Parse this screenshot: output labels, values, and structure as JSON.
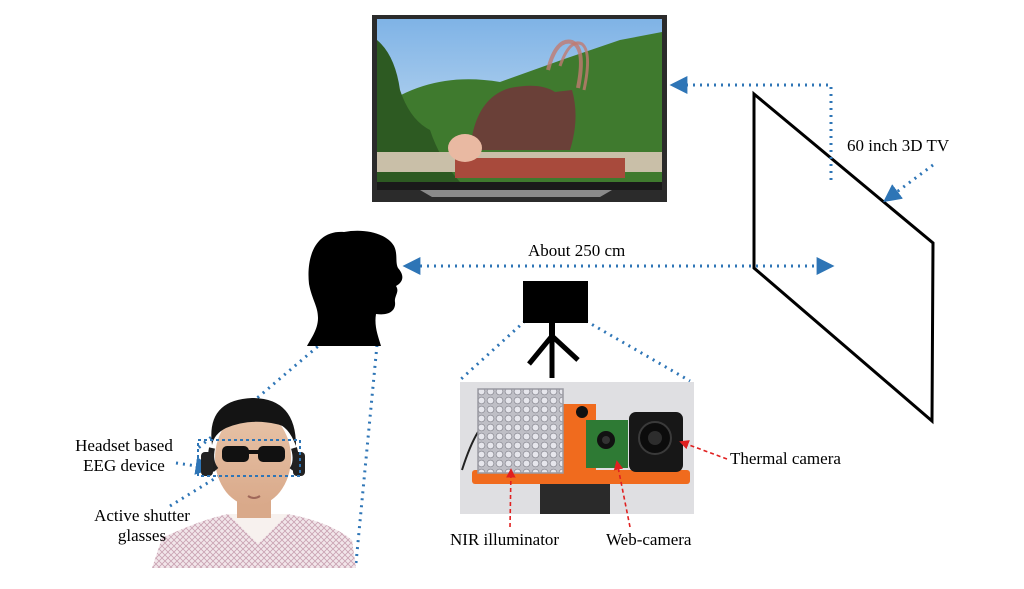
{
  "labels": {
    "tv": "60 inch 3D TV",
    "distance": "About 250 cm",
    "eeg_line1": "Headset based",
    "eeg_line2": "EEG device",
    "glasses_line1": "Active shutter",
    "glasses_line2": "glasses",
    "thermal": "Thermal camera",
    "nir": "NIR illuminator",
    "webcam": "Web-camera"
  },
  "colors": {
    "dotted_leader": "#2e75b6",
    "red_leader": "#e02020",
    "outline": "#000000"
  }
}
